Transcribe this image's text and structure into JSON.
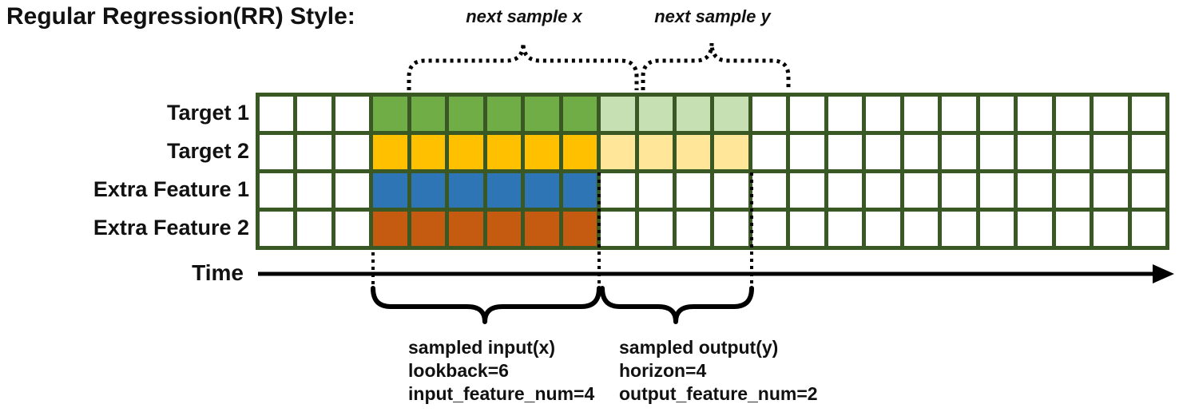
{
  "title": "Regular Regression(RR) Style:",
  "top_annotations": {
    "next_sample_x": "next sample x",
    "next_sample_y": "next sample y"
  },
  "time_axis": {
    "label": "Time"
  },
  "bottom_annotations": {
    "input": {
      "title": "sampled input(x)",
      "lookback": "lookback=6",
      "feature_num": "input_feature_num=4"
    },
    "output": {
      "title": "sampled output(y)",
      "horizon": "horizon=4",
      "feature_num": "output_feature_num=2"
    }
  },
  "grid": {
    "total_columns": 24,
    "total_rows": 4,
    "empty_leading_columns": 3,
    "lookback": 6,
    "horizon": 4,
    "colors": {
      "border": "#3A5823",
      "cell_bg": "#FFFFFF"
    },
    "rows": [
      {
        "label": "Target 1",
        "input_color": "#70AD47",
        "output_color": "#C6E0B4"
      },
      {
        "label": "Target 2",
        "input_color": "#FFC000",
        "output_color": "#FFE699"
      },
      {
        "label": "Extra Feature 1",
        "input_color": "#2E75B6",
        "output_color": null
      },
      {
        "label": "Extra Feature 2",
        "input_color": "#C55A11",
        "output_color": null
      }
    ]
  }
}
